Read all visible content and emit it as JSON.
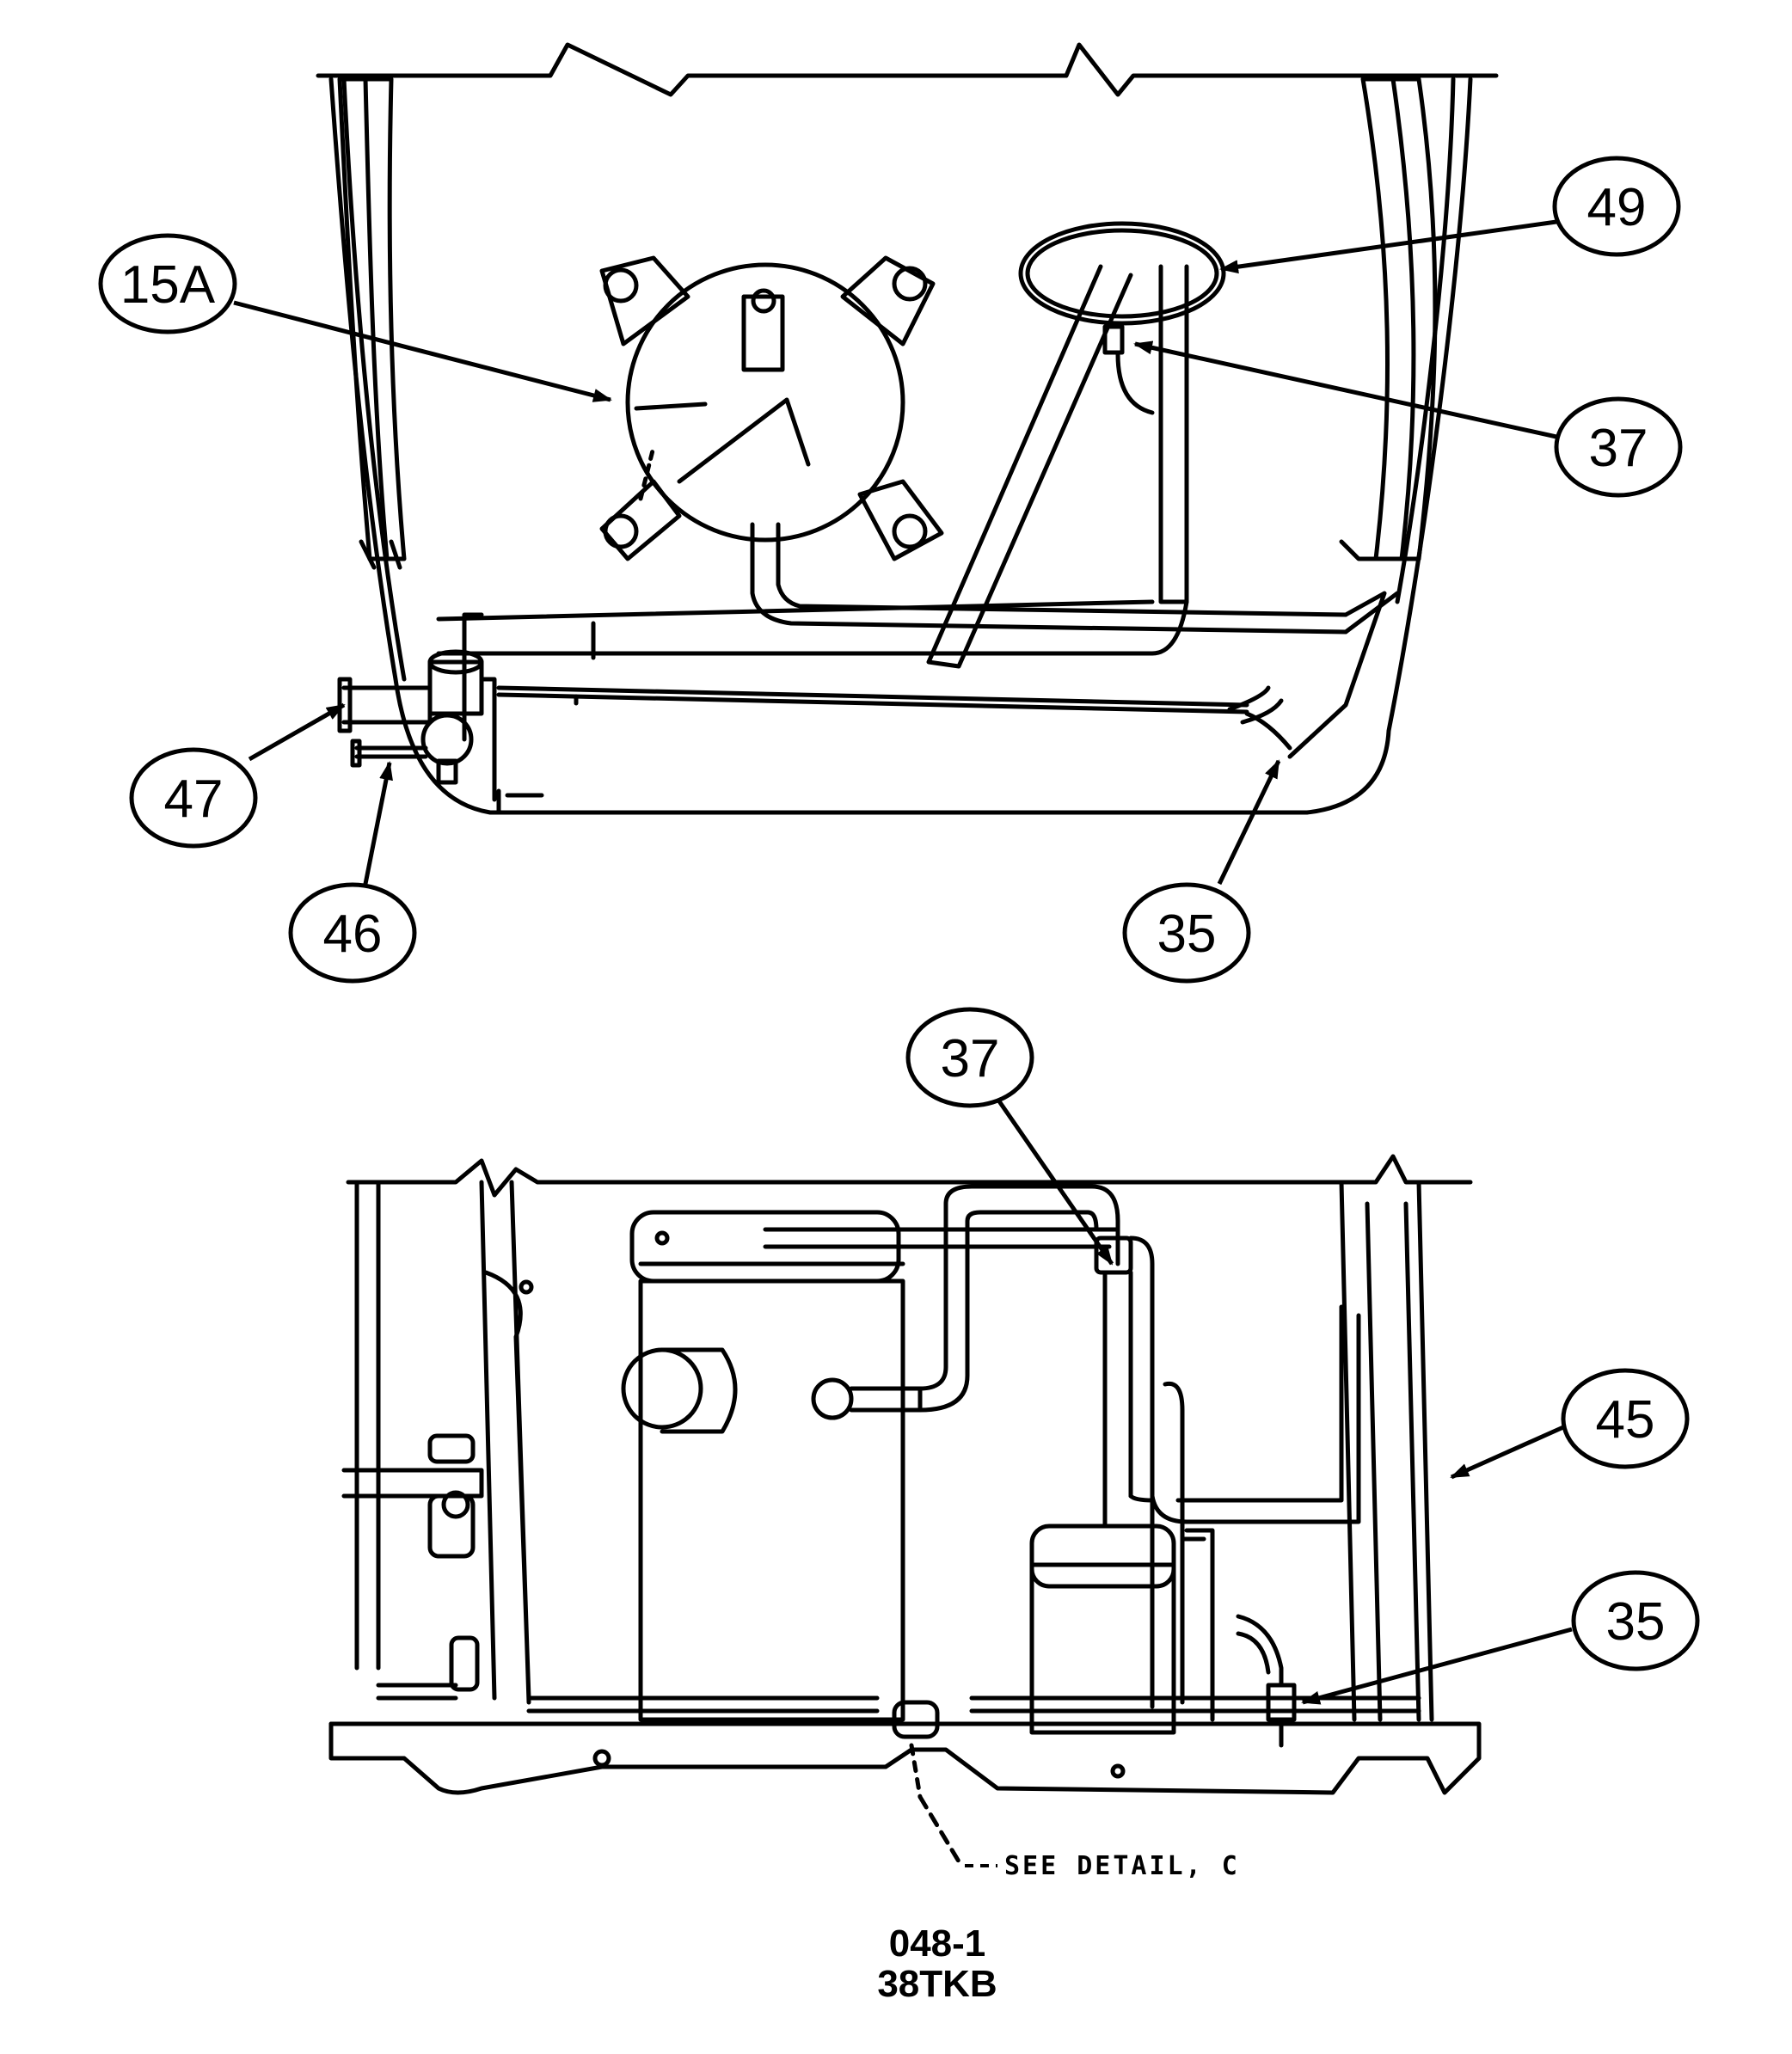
{
  "top_view": {
    "callouts": {
      "c15a": "15A",
      "c49": "49",
      "c37": "37",
      "c47": "47",
      "c46": "46",
      "c35": "35"
    }
  },
  "side_view": {
    "callouts": {
      "c37": "37",
      "c45": "45",
      "c35": "35"
    },
    "detail_note": "SEE DETAIL, C"
  },
  "caption": {
    "line1": "048-1",
    "line2": "38TKB"
  }
}
